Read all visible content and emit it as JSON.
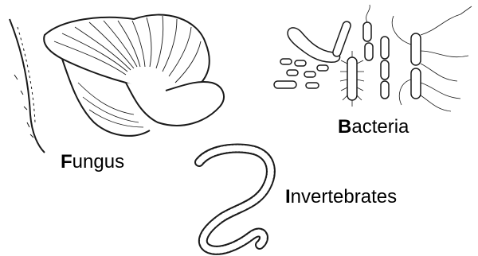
{
  "captions": {
    "fungus": {
      "initial": "F",
      "rest": "ungus"
    },
    "bacteria": {
      "initial": "B",
      "rest": "acteria"
    },
    "invertebrates": {
      "initial": "I",
      "rest": "nvertebrates"
    }
  },
  "illustrations": {
    "fungus": "fungus-illustration",
    "bacteria": "bacteria-illustration",
    "invertebrates": "worm-illustration"
  },
  "colors": {
    "ink": "#1a1a1a",
    "background": "#ffffff"
  }
}
